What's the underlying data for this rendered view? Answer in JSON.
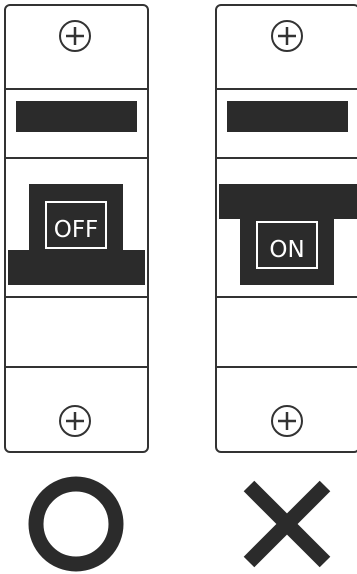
{
  "diagram": {
    "breakers": [
      {
        "state_label": "OFF"
      },
      {
        "state_label": "ON"
      }
    ],
    "result_marks": [
      {
        "symbol": "circle"
      },
      {
        "symbol": "cross"
      }
    ],
    "colors": {
      "stroke": "#333333",
      "fill_dark": "#2b2b2b",
      "background": "#ffffff"
    }
  }
}
